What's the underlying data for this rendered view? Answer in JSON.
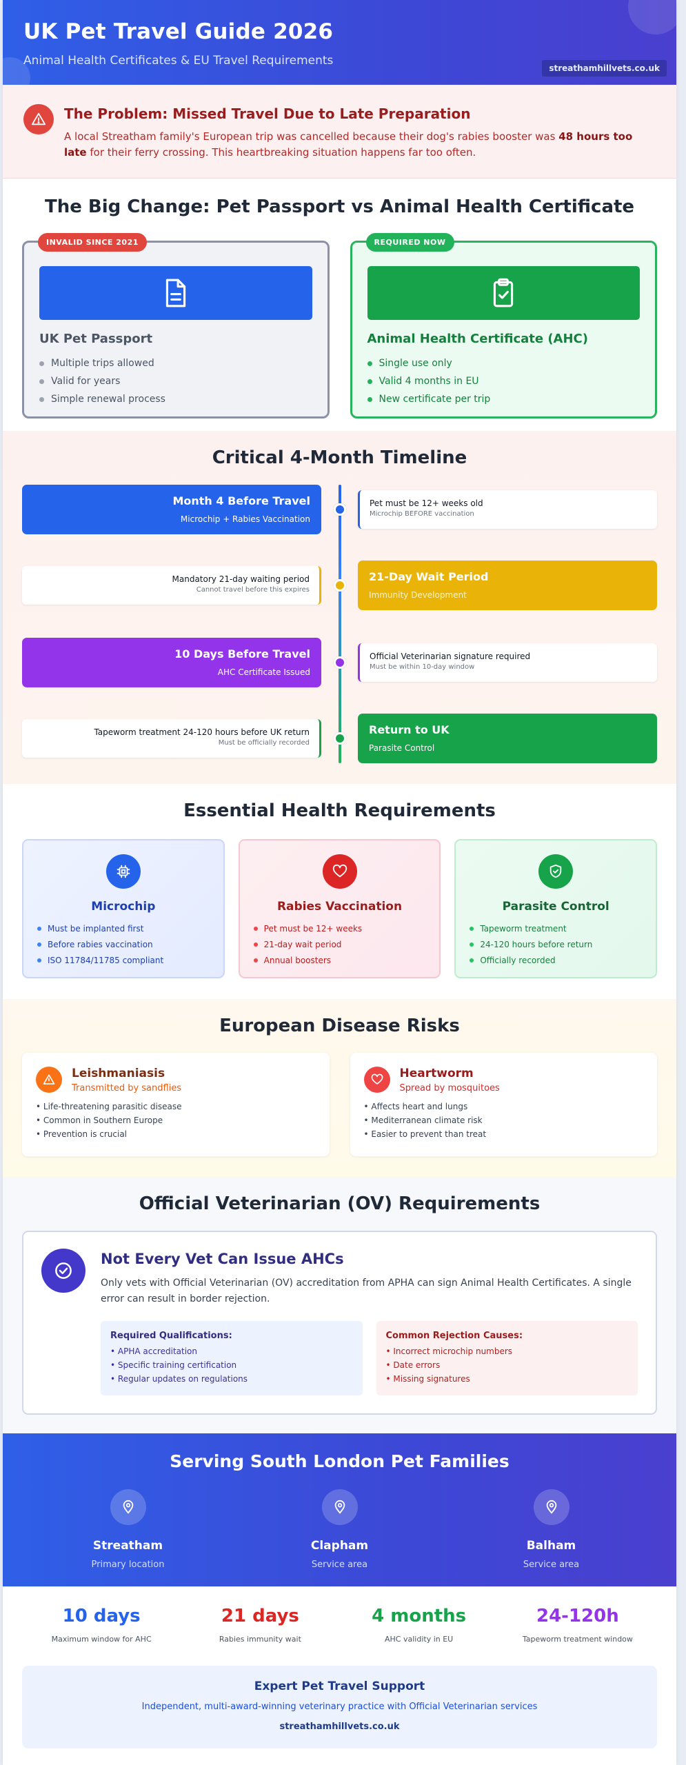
{
  "header": {
    "title": "UK Pet Travel Guide 2026",
    "subtitle": "Animal Health Certificates & EU Travel Requirements",
    "website": "streathamhillvets.co.uk"
  },
  "problem": {
    "title": "The Problem: Missed Travel Due to Late Preparation",
    "text_before": "A local Streatham family's European trip was cancelled because their dog's rabies booster was ",
    "text_bold": "48 hours too late",
    "text_after": " for their ferry crossing. This heartbreaking situation happens far too often."
  },
  "comparison": {
    "title": "The Big Change: Pet Passport vs Animal Health Certificate",
    "old": {
      "tag": "INVALID SINCE 2021",
      "name": "UK Pet Passport",
      "items": [
        "Multiple trips allowed",
        "Valid for years",
        "Simple renewal process"
      ]
    },
    "new": {
      "tag": "REQUIRED NOW",
      "name": "Animal Health Certificate (AHC)",
      "items": [
        "Single use only",
        "Valid 4 months in EU",
        "New certificate per trip"
      ]
    }
  },
  "timeline": {
    "title": "Critical 4-Month Timeline",
    "steps": [
      {
        "title": "Month 4 Before Travel",
        "sub": "Microchip + Rabies Vaccination",
        "note": "Pet must be 12+ weeks old",
        "note_sub": "Microchip BEFORE vaccination",
        "color": "#2563eb"
      },
      {
        "title": "21-Day Wait Period",
        "sub": "Immunity Development",
        "note": "Mandatory 21-day waiting period",
        "note_sub": "Cannot travel before this expires",
        "color": "#eab308"
      },
      {
        "title": "10 Days Before Travel",
        "sub": "AHC Certificate Issued",
        "note": "Official Veterinarian signature required",
        "note_sub": "Must be within 10-day window",
        "color": "#9333ea"
      },
      {
        "title": "Return to UK",
        "sub": "Parasite Control",
        "note": "Tapeworm treatment 24-120 hours before UK return",
        "note_sub": "Must be officially recorded",
        "color": "#16a34a"
      }
    ]
  },
  "health": {
    "title": "Essential Health Requirements",
    "cards": [
      {
        "name": "Microchip",
        "items": [
          "Must be implanted first",
          "Before rabies vaccination",
          "ISO 11784/11785 compliant"
        ]
      },
      {
        "name": "Rabies Vaccination",
        "items": [
          "Pet must be 12+ weeks",
          "21-day wait period",
          "Annual boosters"
        ]
      },
      {
        "name": "Parasite Control",
        "items": [
          "Tapeworm treatment",
          "24-120 hours before return",
          "Officially recorded"
        ]
      }
    ]
  },
  "disease": {
    "title": "European Disease Risks",
    "cards": [
      {
        "name": "Leishmaniasis",
        "spread": "Transmitted by sandflies",
        "items": [
          "• Life-threatening parasitic disease",
          "• Common in Southern Europe",
          "• Prevention is crucial"
        ]
      },
      {
        "name": "Heartworm",
        "spread": "Spread by mosquitoes",
        "items": [
          "• Affects heart and lungs",
          "• Mediterranean climate risk",
          "• Easier to prevent than treat"
        ]
      }
    ]
  },
  "ov": {
    "title": "Official Veterinarian (OV) Requirements",
    "heading": "Not Every Vet Can Issue AHCs",
    "text": "Only vets with Official Veterinarian (OV) accreditation from APHA can sign Animal Health Certificates. A single error can result in border rejection.",
    "qual_title": "Required Qualifications:",
    "qual_items": [
      "• APHA accreditation",
      "• Specific training certification",
      "• Regular updates on regulations"
    ],
    "rej_title": "Common Rejection Causes:",
    "rej_items": [
      "• Incorrect microchip numbers",
      "• Date errors",
      "• Missing signatures"
    ]
  },
  "serving": {
    "title": "Serving South London Pet Families",
    "areas": [
      {
        "name": "Streatham",
        "role": "Primary location"
      },
      {
        "name": "Clapham",
        "role": "Service area"
      },
      {
        "name": "Balham",
        "role": "Service area"
      }
    ]
  },
  "stats": [
    {
      "value": "10 days",
      "label": "Maximum window for AHC",
      "color": "#2563eb"
    },
    {
      "value": "21 days",
      "label": "Rabies immunity wait",
      "color": "#dc2626"
    },
    {
      "value": "4 months",
      "label": "AHC validity in EU",
      "color": "#16a34a"
    },
    {
      "value": "24-120h",
      "label": "Tapeworm treatment window",
      "color": "#9333ea"
    }
  ],
  "support": {
    "title": "Expert Pet Travel Support",
    "desc": "Independent, multi-award-winning veterinary practice with Official Veterinarian services",
    "website": "streathamhillvets.co.uk"
  }
}
